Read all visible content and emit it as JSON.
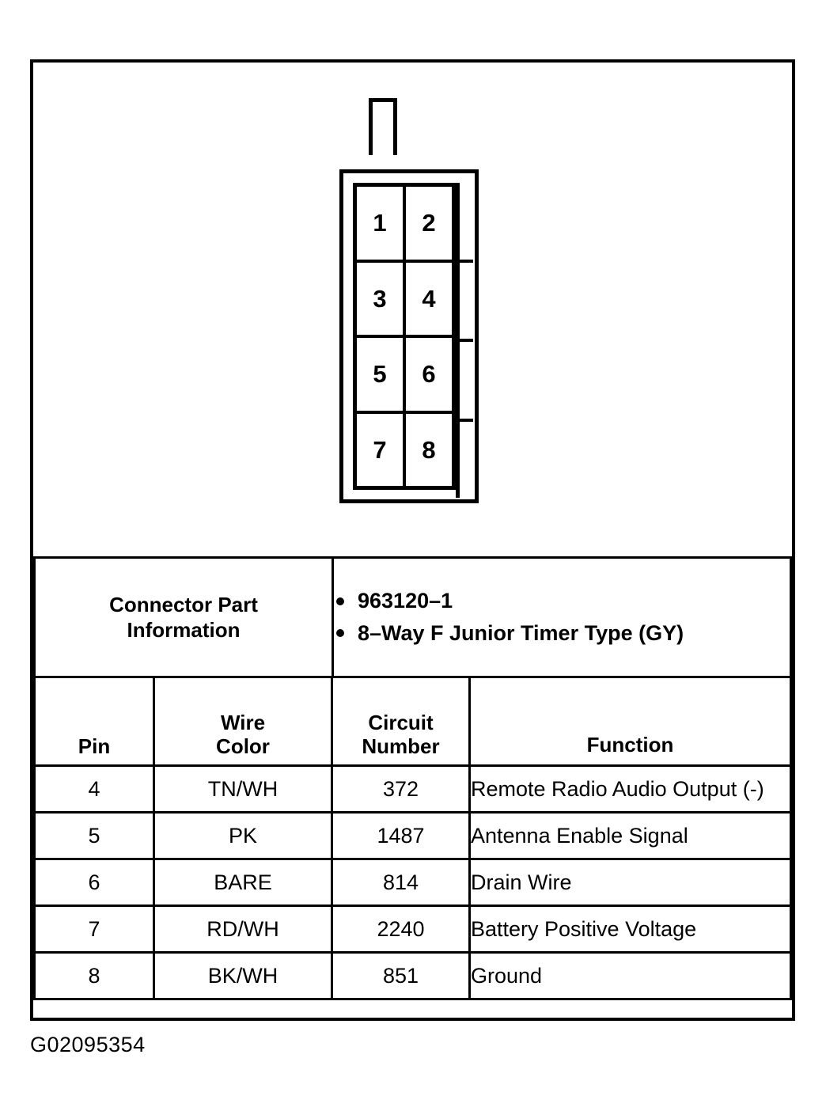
{
  "figure": {
    "name": "connector-pinout-diagram",
    "caption": "G02095354",
    "connector": {
      "tab": "keying-tab",
      "pin_rows": [
        [
          "1",
          "2"
        ],
        [
          "3",
          "4"
        ],
        [
          "5",
          "6"
        ],
        [
          "7",
          "8"
        ]
      ]
    }
  },
  "connector_part_information": {
    "label_line1": "Connector Part",
    "label_line2": "Information",
    "values": [
      "963120–1",
      "8–Way F Junior Timer Type (GY)"
    ]
  },
  "pin_table": {
    "headers": {
      "pin": "Pin",
      "wire_color_line1": "Wire",
      "wire_color_line2": "Color",
      "circuit_number_line1": "Circuit",
      "circuit_number_line2": "Number",
      "function": "Function"
    },
    "rows": [
      {
        "pin": "4",
        "wire_color": "TN/WH",
        "circuit_number": "372",
        "function": "Remote Radio Audio Output (-)"
      },
      {
        "pin": "5",
        "wire_color": "PK",
        "circuit_number": "1487",
        "function": "Antenna Enable Signal"
      },
      {
        "pin": "6",
        "wire_color": "BARE",
        "circuit_number": "814",
        "function": "Drain Wire"
      },
      {
        "pin": "7",
        "wire_color": "RD/WH",
        "circuit_number": "2240",
        "function": "Battery Positive Voltage"
      },
      {
        "pin": "8",
        "wire_color": "BK/WH",
        "circuit_number": "851",
        "function": "Ground"
      }
    ]
  },
  "colors": {
    "ink": "#000000",
    "paper": "#ffffff"
  }
}
